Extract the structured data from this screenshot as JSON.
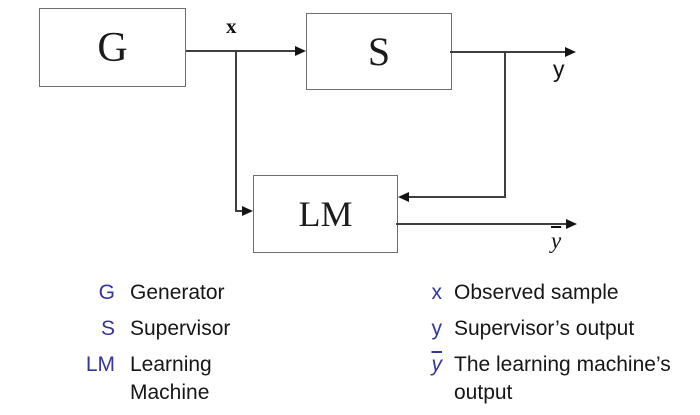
{
  "diagram": {
    "boxes": [
      {
        "label": "G"
      },
      {
        "label": "S"
      },
      {
        "label": "LM"
      }
    ],
    "signals": {
      "x": "x",
      "y": "y",
      "y_bar": "y"
    }
  },
  "legend": {
    "left": [
      {
        "key": "G",
        "text": "Generator"
      },
      {
        "key": "S",
        "text": "Supervisor"
      },
      {
        "key": "LM",
        "text": "Learning Machine"
      }
    ],
    "right": [
      {
        "key": "x",
        "text": "Observed sample"
      },
      {
        "key": "y",
        "text": "Supervisor’s output"
      },
      {
        "key": "y",
        "text": "The learning machine’s output"
      }
    ]
  },
  "colors": {
    "key_blue": "#35359d",
    "line": "#3f3f3f",
    "box_border": "#6e6e6e"
  }
}
